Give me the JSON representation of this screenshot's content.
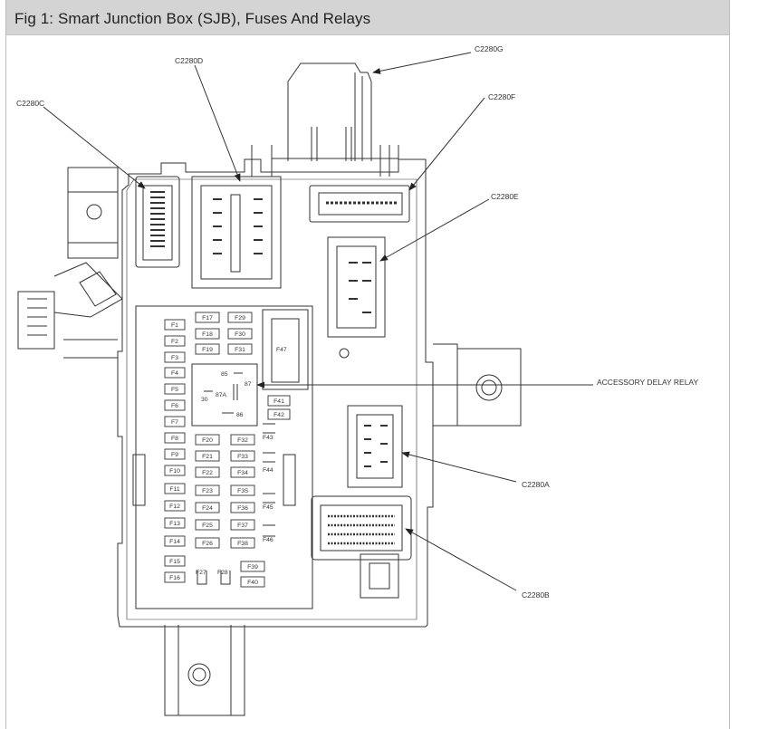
{
  "title": "Fig 1: Smart Junction Box (SJB), Fuses And Relays",
  "connectors": {
    "c2280g": "C2280G",
    "c2280d": "C2280D",
    "c2280c": "C2280C",
    "c2280f": "C2280F",
    "c2280e": "C2280E",
    "c2280a": "C2280A",
    "c2280b": "C2280B"
  },
  "relay_label": "ACCESSORY DELAY RELAY",
  "relay_pins": {
    "p85": "85",
    "p87": "87",
    "p87a": "87A",
    "p30": "30",
    "p86": "86"
  },
  "fuses_left": [
    "F1",
    "F2",
    "F3",
    "F4",
    "F5",
    "F6",
    "F7",
    "F8",
    "F9",
    "F10",
    "F11",
    "F12",
    "F13",
    "F14",
    "F15",
    "F16"
  ],
  "fuses_mid": [
    "F20",
    "F21",
    "F22",
    "F23",
    "F24",
    "F25",
    "F26"
  ],
  "fuses_right": [
    "F32",
    "F33",
    "F34",
    "F35",
    "F36",
    "F37",
    "F38"
  ],
  "fuses_top_a": [
    "F17",
    "F18",
    "F19"
  ],
  "fuses_top_b": [
    "F29",
    "F30",
    "F31"
  ],
  "fuses_side": {
    "f41": "F41",
    "f42": "F42",
    "f43": "F43",
    "f44": "F44",
    "f45": "F45",
    "f46": "F46"
  },
  "fuses_bottom": {
    "f27": "F27",
    "f28": "F28",
    "f39": "F39",
    "f40": "F40"
  },
  "fuse_big": "F47"
}
